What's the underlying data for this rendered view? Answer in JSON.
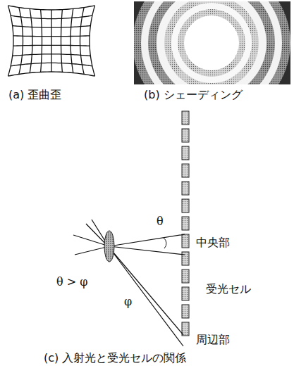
{
  "diagram": {
    "labels": [
      "(a) 歪曲歪",
      "(b) シェーディング",
      "θ",
      "中央部",
      "θ > φ",
      "受光セル",
      "φ",
      "周辺部",
      "(c) 入射光と受光セルの関係"
    ]
  }
}
